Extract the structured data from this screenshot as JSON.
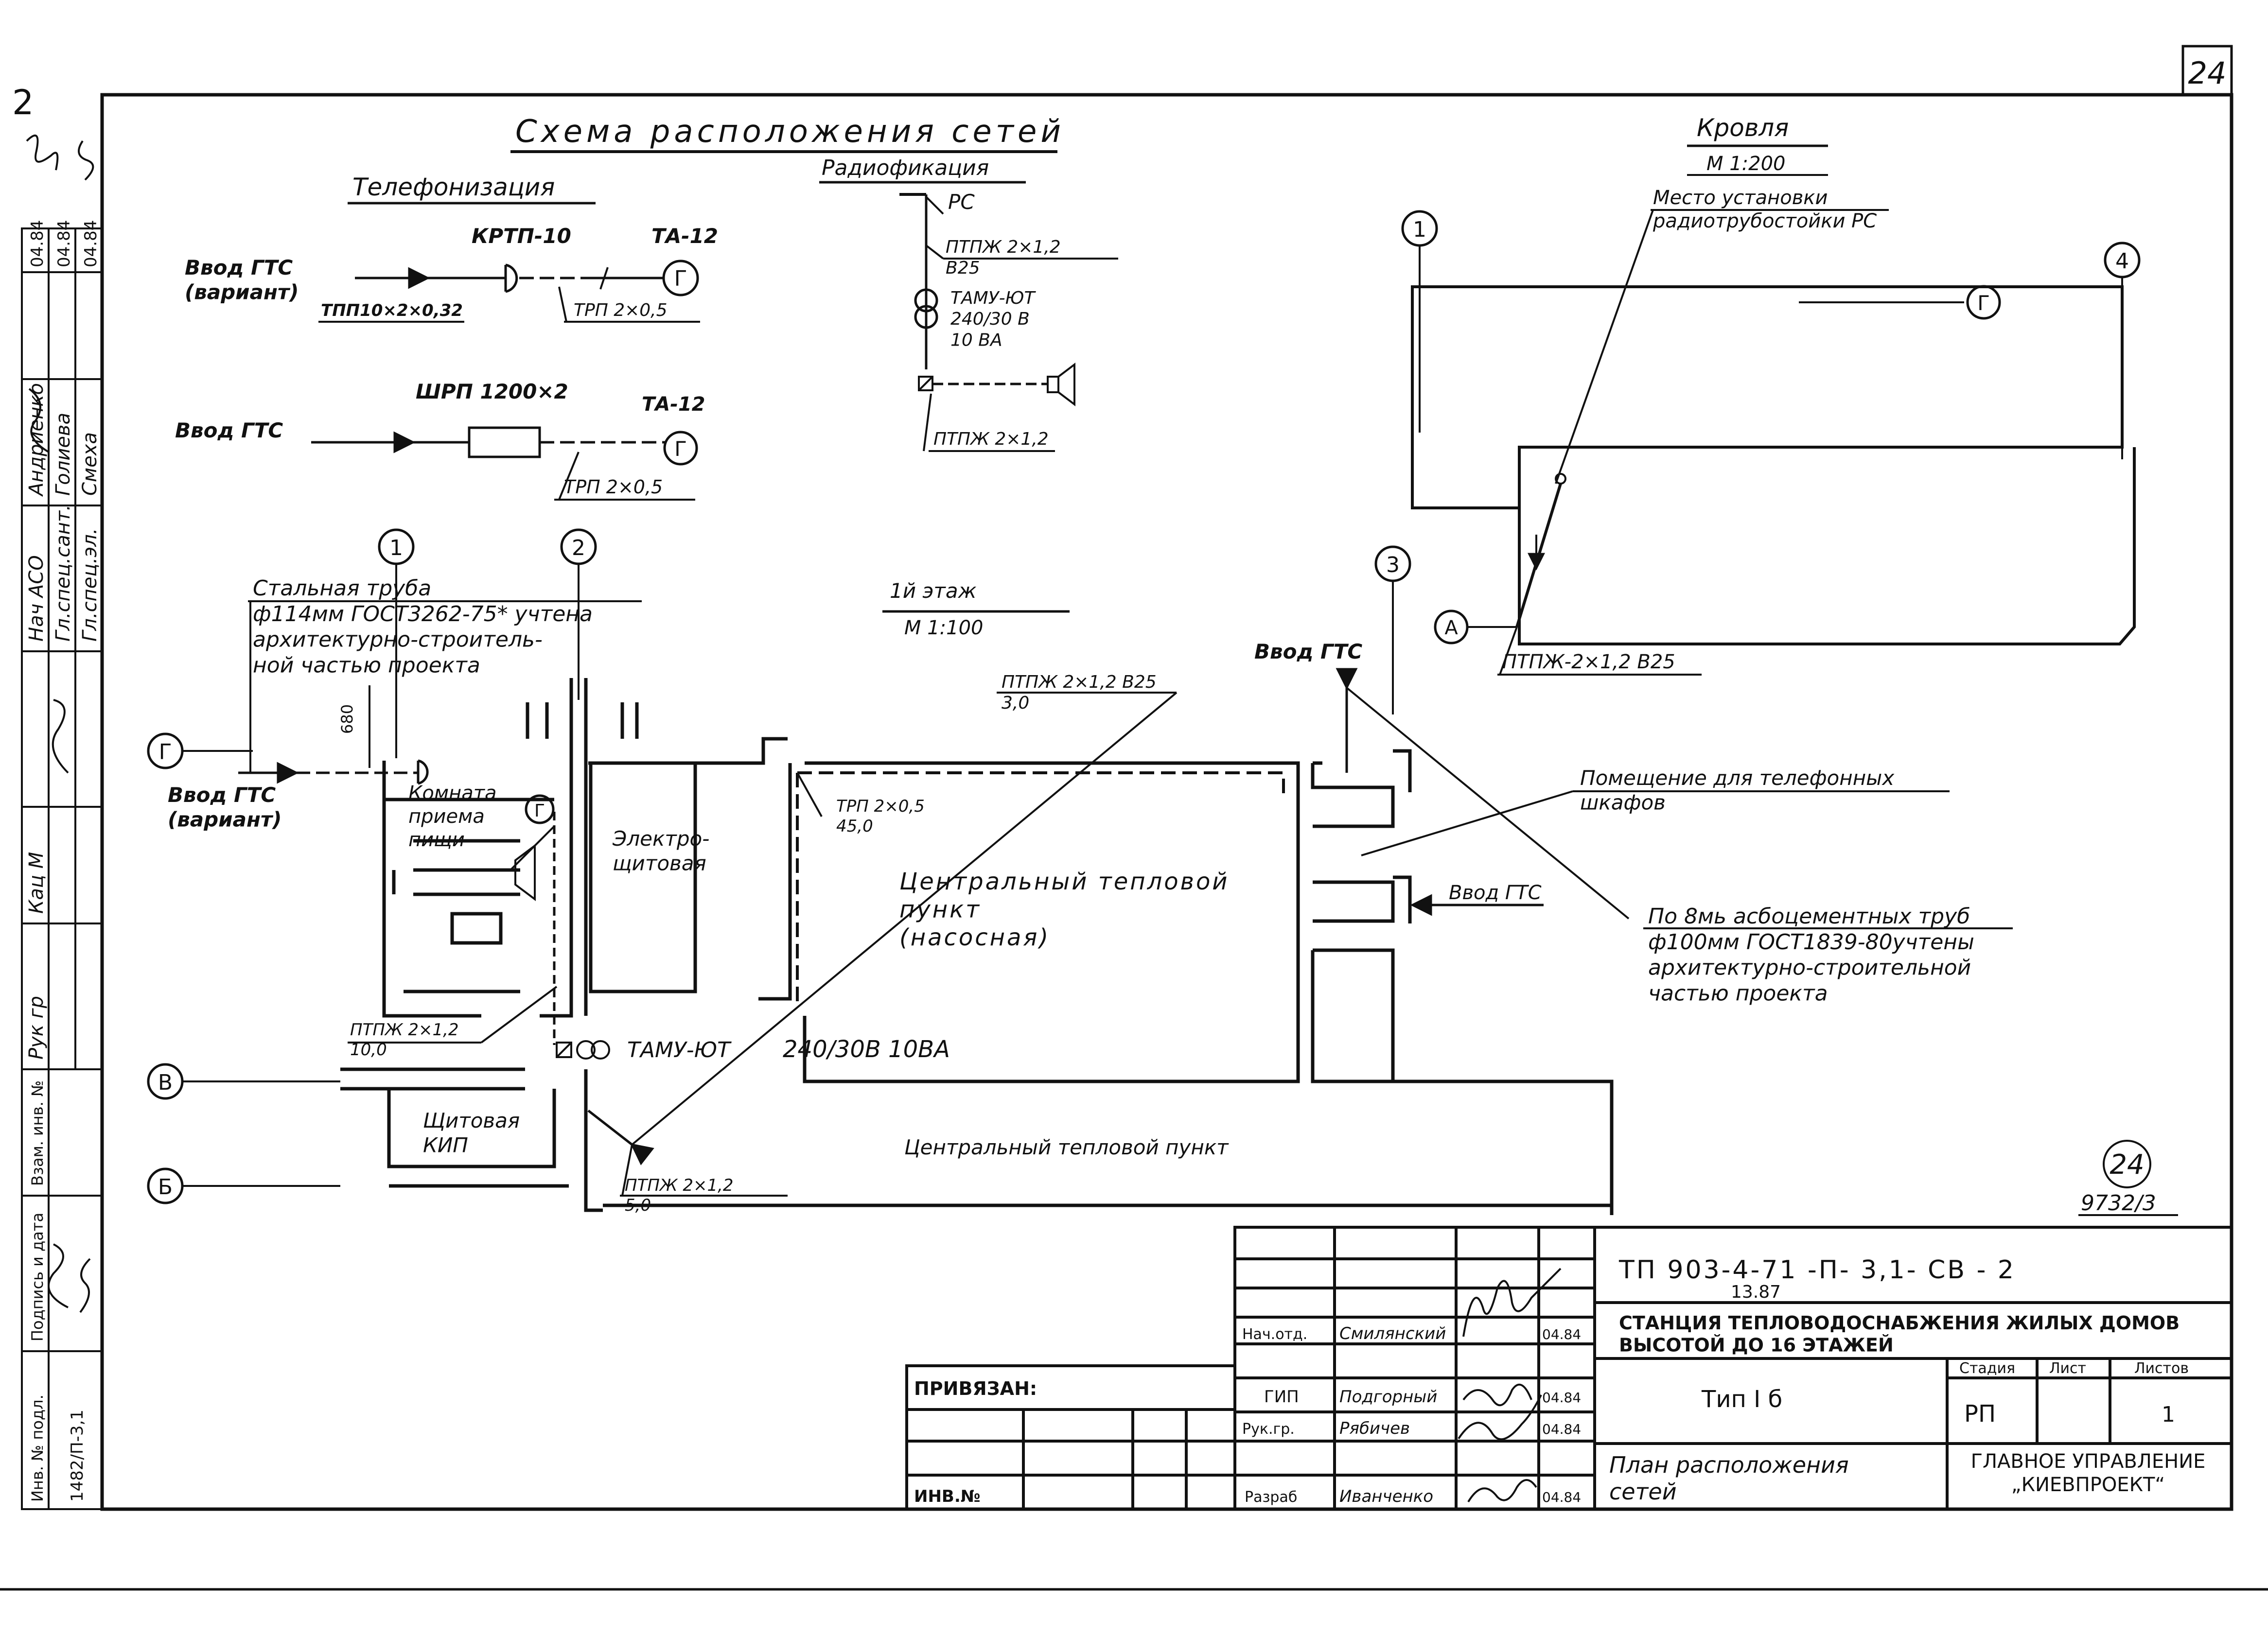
{
  "page_number": "24",
  "sheet_code": "9732/3",
  "corner_marks": {
    "top": "2",
    "upper_mark": "24"
  },
  "main_title": "Схема расположения сетей",
  "telephony": {
    "title": "Телефонизация",
    "entry_variant": "Ввод ГТС\n(вариант)",
    "krtp": "КРТП-10",
    "ta12_a": "ТА-12",
    "cable_tpp": "ТПП10×2×0,32",
    "cable_trp_a": "ТРП 2×0,5",
    "entry": "Ввод ГТС",
    "shrp": "ШРП 1200×2",
    "ta12_b": "ТА-12",
    "cable_trp_b": "ТРП 2×0,5"
  },
  "radio": {
    "title": "Радиофикация",
    "rs": "РС",
    "cable_top": "ПТПЖ 2×1,2\nВ25",
    "tamu": "ТАМУ-ЮТ\n240/30 В\n10 ВА",
    "cable_bottom": "ПТПЖ 2×1,2"
  },
  "roof": {
    "title": "Кровля",
    "scale": "М 1:200",
    "install_note": "Место установки\nрадиотрубостойки РС",
    "axis_1": "1",
    "axis_4": "4",
    "axis_a": "А",
    "axis_g": "Г",
    "cable": "ПТПЖ-2×1,2 В25"
  },
  "floor": {
    "title": "1й этаж",
    "scale": "М 1:100",
    "axis_1": "1",
    "axis_2": "2",
    "axis_3": "3",
    "axis_g": "Г",
    "axis_v": "В",
    "axis_b": "Б",
    "steel_pipe_note": "Стальная труба\nф114мм ГОСТ3262-75* учтена\nархитектурно-строитель-\nной частью проекта",
    "dim_680": "680",
    "entry_variant": "Ввод ГТС\n(вариант)",
    "room_meal": "Комната\nприема\nпищи",
    "outlet_g": "Г",
    "room_electro": "Электро-\nщитовая",
    "room_ctp": "Центральный тепловой\nпункт\n(насосная)",
    "cable_ptpzh_top": "ПТПЖ 2×1,2 В25\n3,0",
    "cable_trp": "ТРП 2×0,5\n45,0",
    "entry_top": "Ввод ГТС",
    "room_phone": "Помещение для телефонных\nшкафов",
    "entry_right": "Ввод ГТС",
    "pipes_note": "По 8мь асбоцементных труб\nф100мм ГОСТ1839-80учтены\nархитектурно-строительной\nчастью проекта",
    "cable_ptpzh_left": "ПТПЖ 2×1,2\n10,0",
    "tamu_label": "ТАМУ-ЮТ",
    "tamu_spec": "240/30В 10ВА",
    "room_kip": "Щитовая\nКИП",
    "room_ctp_lower": "Центральный тепловой пункт",
    "cable_ptpzh_bottom": "ПТПЖ 2×1,2\n5,0"
  },
  "side_stamp": [
    "Нач АСО",
    "Гл.спец.сант.",
    "Гл.спец.эл.",
    "Андриенко",
    "Голиева",
    "Смеха",
    "04.84",
    "04.84",
    "04.84",
    "Кац М",
    "Рук гр",
    "Взам. инв. №",
    "Подпись и дата",
    "Инв. № подл.",
    "1482/П-3,1"
  ],
  "stamp": {
    "doc_code": "ТП 903-4-71 -П- 3,1- СВ - 2",
    "doc_date": "13.87",
    "project_title": "СТАНЦИЯ ТЕПЛОВОДОСНАБЖЕНИЯ ЖИЛЫХ ДОМОВ\nВЫСОТОЙ ДО 16 ЭТАЖЕЙ",
    "type": "Тип I б",
    "sheet_title": "План расположения\nсетей",
    "col_stage": "Стадия",
    "col_sheet": "Лист",
    "col_sheets": "Листов",
    "val_stage": "РП",
    "val_sheet": "",
    "val_sheets": "1",
    "org": "ГЛАВНОЕ УПРАВЛЕНИЕ\n„КИЕВПРОЕКТ“",
    "privyazan": "ПРИВЯЗАН:",
    "inv_no": "ИНВ.№",
    "roles": [
      "Нач.отд.",
      "ГИП",
      "Рук.гр.",
      "Разраб"
    ],
    "names": [
      "Смилянский",
      "Подгорный",
      "Рябичев",
      "Иванченко"
    ],
    "dates": [
      "04.84",
      "04.84",
      "04.84",
      "04.84"
    ]
  }
}
